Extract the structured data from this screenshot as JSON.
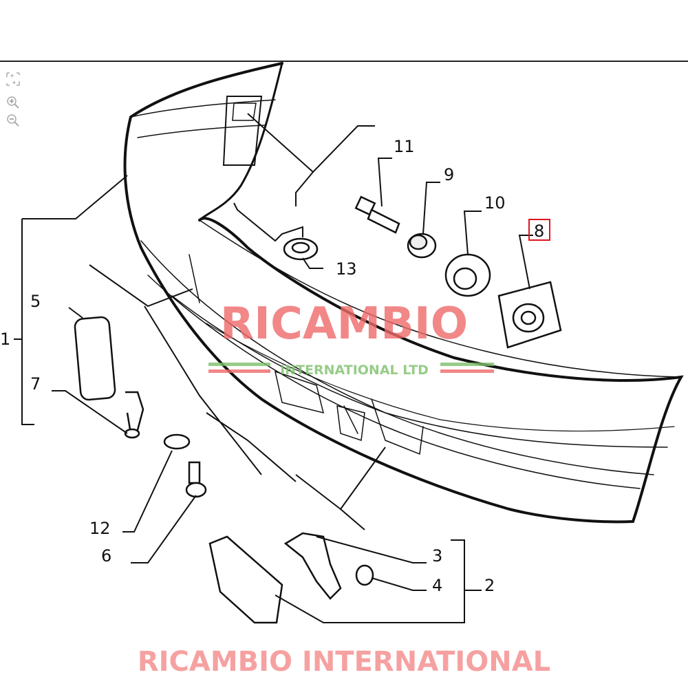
{
  "toolbar": {
    "icons": [
      "fit-page-icon",
      "zoom-in-icon",
      "zoom-out-icon"
    ]
  },
  "callouts": [
    {
      "id": "1",
      "label": "1"
    },
    {
      "id": "2",
      "label": "2"
    },
    {
      "id": "3",
      "label": "3"
    },
    {
      "id": "4",
      "label": "4"
    },
    {
      "id": "5",
      "label": "5"
    },
    {
      "id": "6",
      "label": "6"
    },
    {
      "id": "7",
      "label": "7"
    },
    {
      "id": "8",
      "label": "8",
      "highlighted": true
    },
    {
      "id": "9",
      "label": "9"
    },
    {
      "id": "10",
      "label": "10"
    },
    {
      "id": "11",
      "label": "11"
    },
    {
      "id": "12",
      "label": "12"
    },
    {
      "id": "13",
      "label": "13"
    }
  ],
  "watermark": {
    "main": "RICAMBIO",
    "sub": "INTERNATIONAL LTD",
    "diagonal": "RICAMBIO INTERNATIONAL"
  },
  "colors": {
    "highlight": "#e0141e",
    "watermark_red": "#f06a6a",
    "watermark_green": "#7cc06a"
  }
}
